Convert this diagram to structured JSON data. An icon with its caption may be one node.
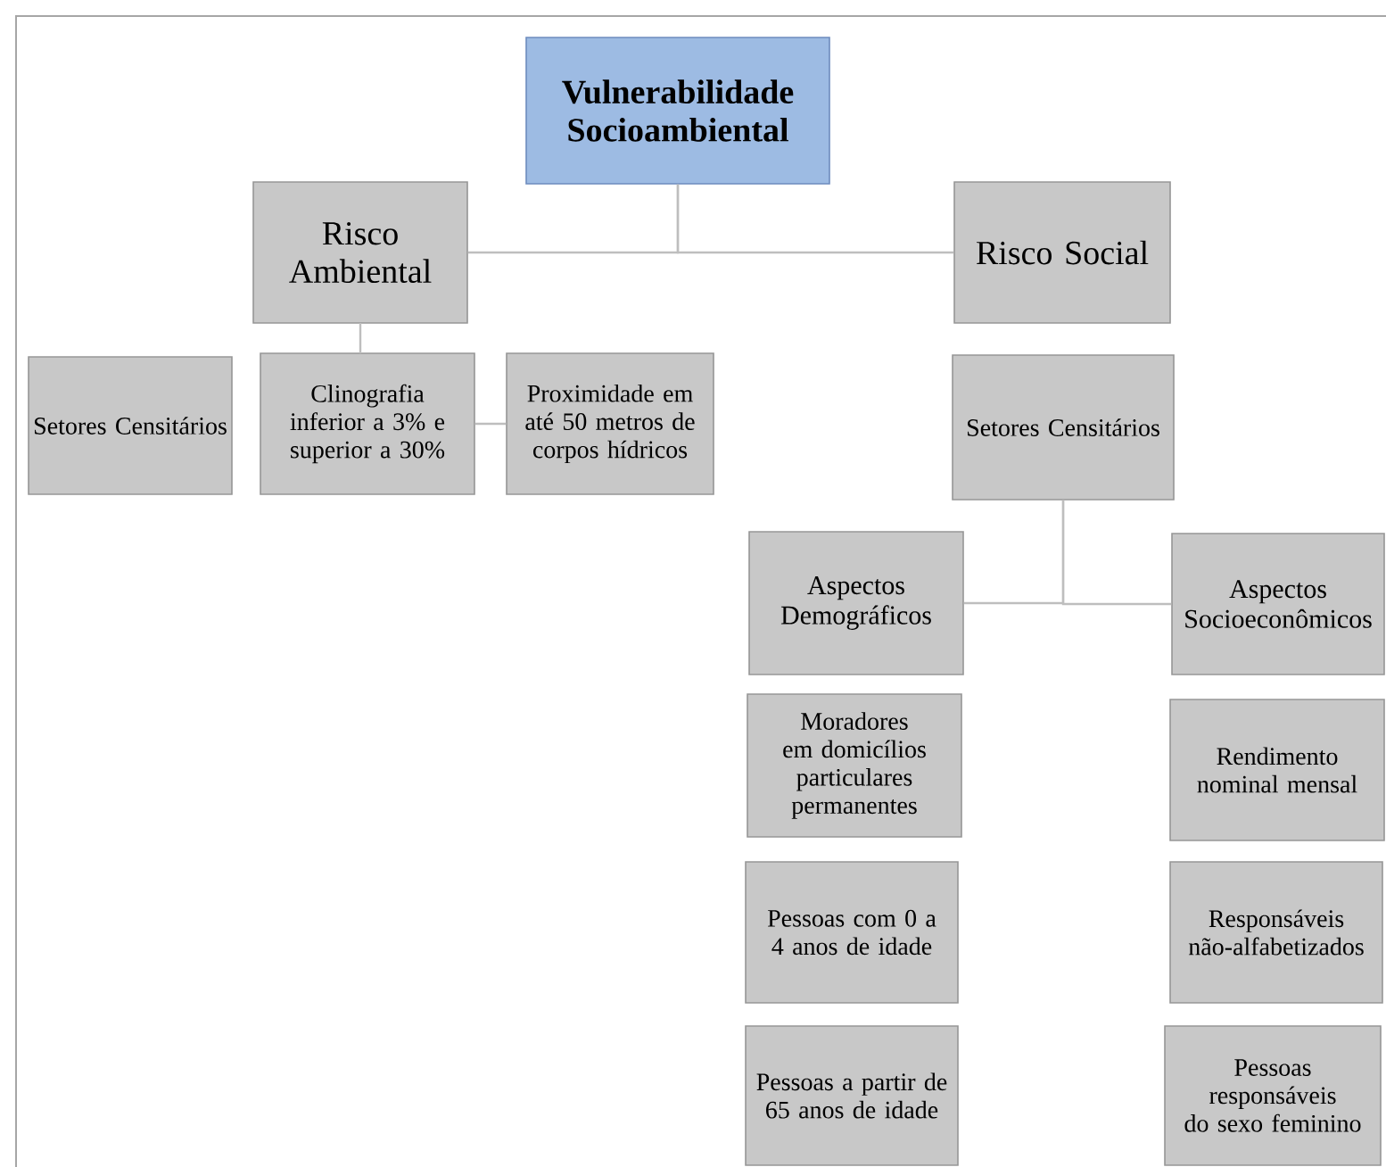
{
  "diagram": {
    "nodes": [
      {
        "text": [
          "Vulnerabilidade Socioambiental"
        ]
      },
      {
        "text": [
          "Risco Ambiental"
        ]
      },
      {
        "text": [
          "Risco Social"
        ]
      },
      {
        "text": [
          "Setores Censitários"
        ]
      },
      {
        "text": [
          "Clinografia inferior a 3% e superior a 30%"
        ]
      },
      {
        "text": [
          "Proximidade em até 50 metros de corpos hídricos"
        ]
      },
      {
        "text": [
          "Setores Censitários"
        ]
      },
      {
        "text": [
          "Aspectos Demográficos"
        ]
      },
      {
        "text": [
          "Aspectos Socioeconômicos"
        ]
      },
      {
        "text": [
          "Moradores em domicílios particulares permanentes"
        ]
      },
      {
        "text": [
          "Pessoas com 0 a 4 anos de idade"
        ]
      },
      {
        "text": [
          "Pessoas a partir de 65 anos de idade"
        ]
      },
      {
        "text": [
          "Rendimento nominal mensal"
        ]
      },
      {
        "text": [
          "Responsáveis não-alfabetizados"
        ]
      },
      {
        "text": [
          "Pessoas responsáveis do sexo feminino"
        ]
      }
    ],
    "edges": [
      {
        "from": 0,
        "to": 1,
        "arrow": "none"
      },
      {
        "from": 0,
        "to": 2,
        "arrow": "none"
      },
      {
        "from": 1,
        "to": 4,
        "arrow": "none"
      },
      {
        "from": 4,
        "to": 5,
        "arrow": "none"
      },
      {
        "from": 6,
        "to": 7,
        "arrow": "none"
      },
      {
        "from": 6,
        "to": 8,
        "arrow": "none"
      }
    ]
  }
}
